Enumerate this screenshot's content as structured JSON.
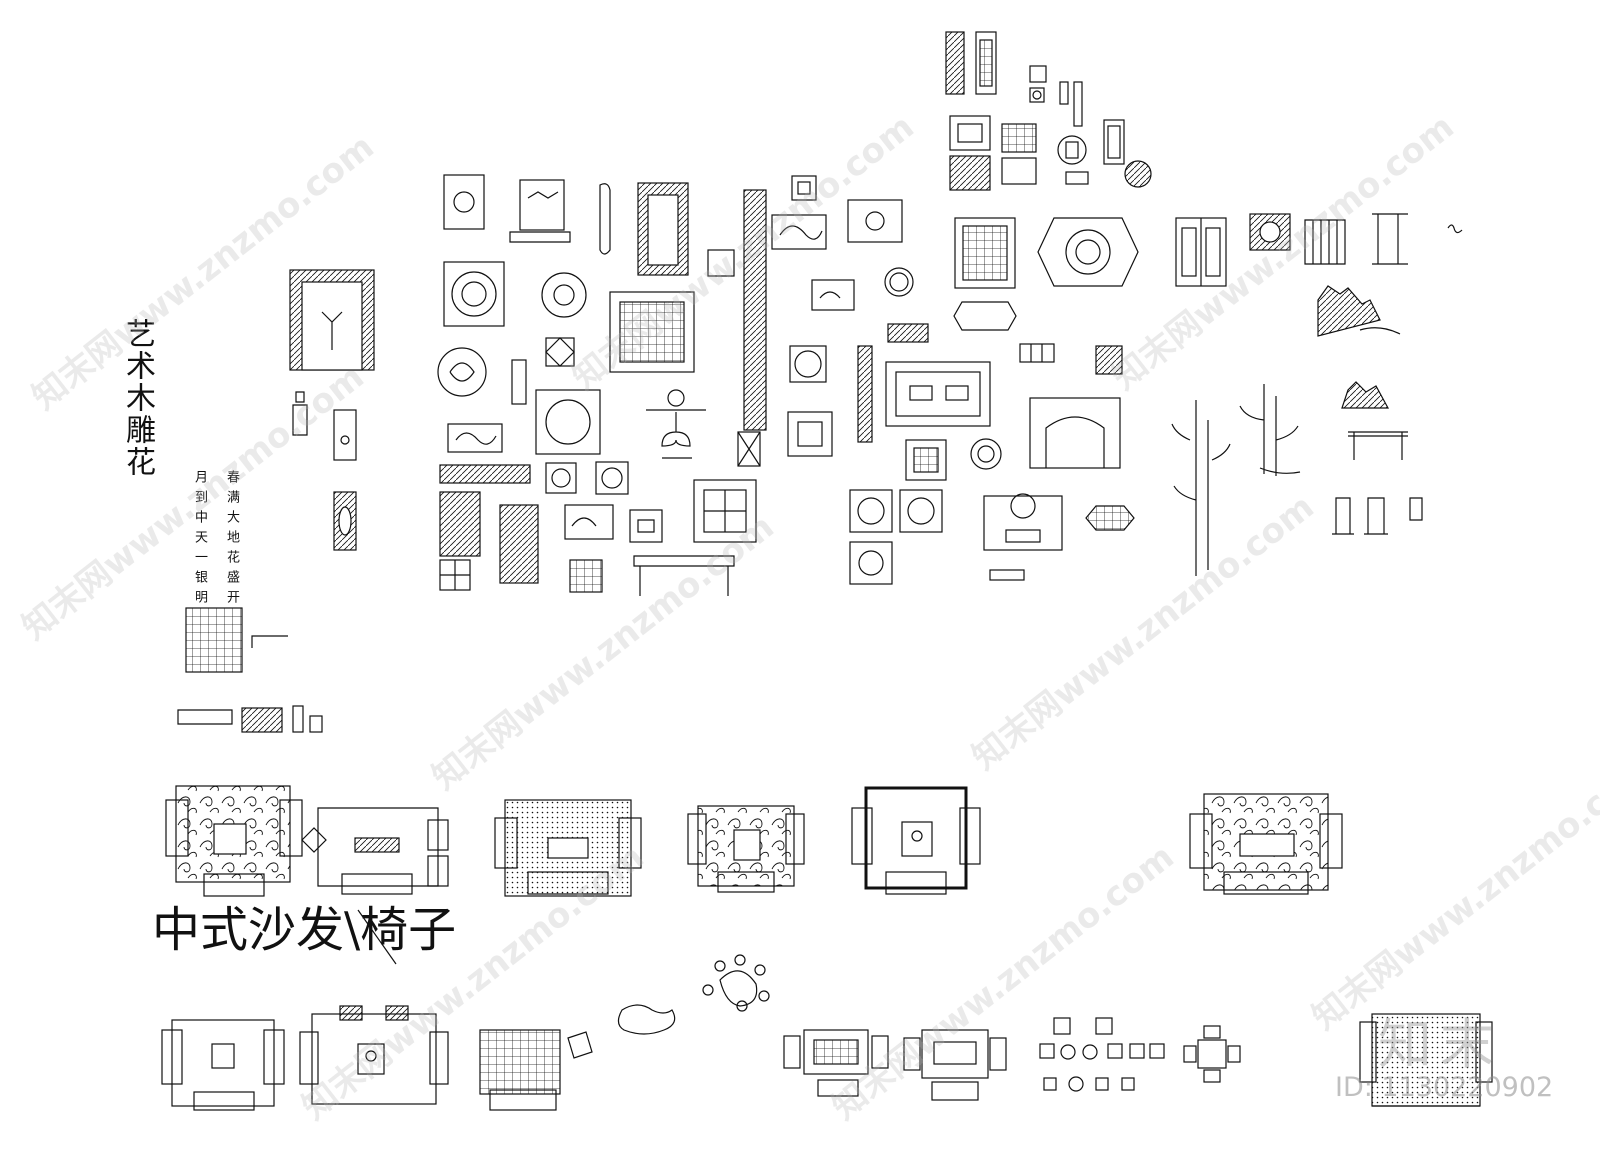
{
  "titles": {
    "art_carving": "艺术木雕花",
    "sofa_chairs": "中式沙发\\椅子"
  },
  "couplet": {
    "right": "春满大地花盛开",
    "left": "月到中天一银明"
  },
  "watermark": {
    "text": "知末网www.znzmo.com",
    "logo": "知末",
    "id": "ID: 1130220902"
  },
  "colors": {
    "line": "#111111",
    "watermark": "#b4b4b4"
  }
}
